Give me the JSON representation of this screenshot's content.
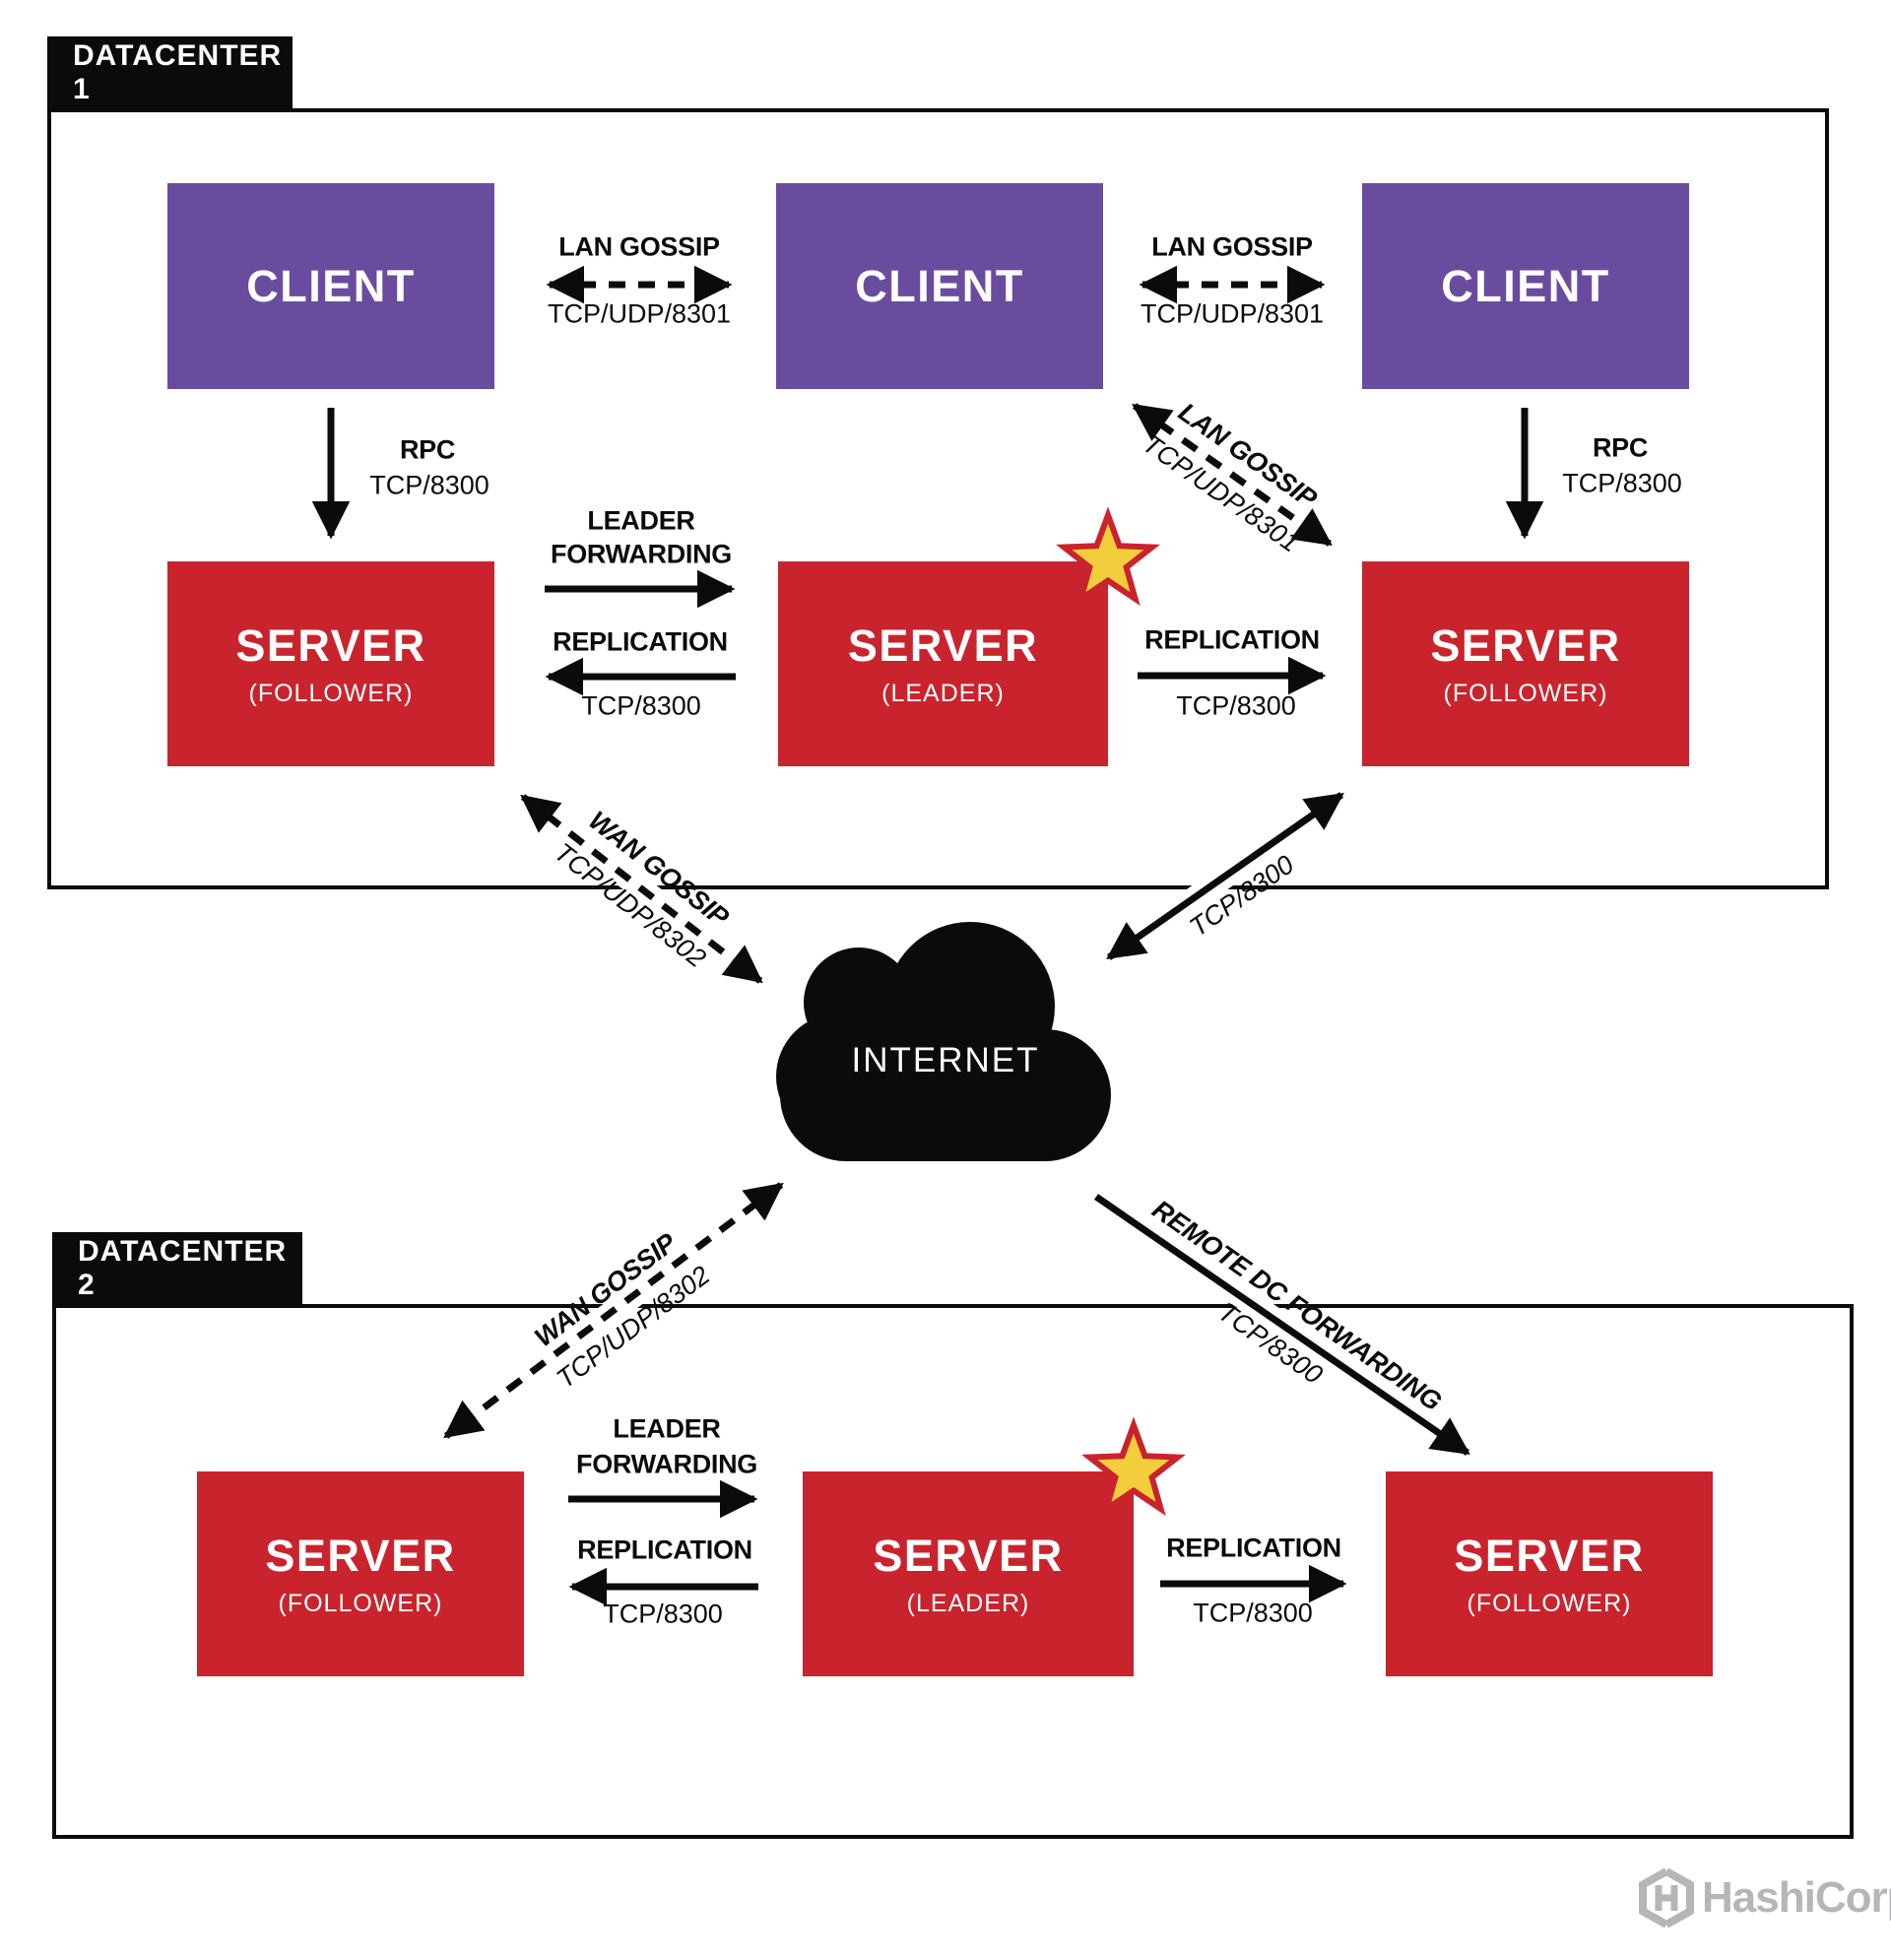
{
  "datacenter1": {
    "label": "DATACENTER 1",
    "clients": [
      {
        "label": "CLIENT"
      },
      {
        "label": "CLIENT"
      },
      {
        "label": "CLIENT"
      }
    ],
    "servers": [
      {
        "label": "SERVER",
        "role": "(FOLLOWER)"
      },
      {
        "label": "SERVER",
        "role": "(LEADER)"
      },
      {
        "label": "SERVER",
        "role": "(FOLLOWER)"
      }
    ]
  },
  "datacenter2": {
    "label": "DATACENTER 2",
    "servers": [
      {
        "label": "SERVER",
        "role": "(FOLLOWER)"
      },
      {
        "label": "SERVER",
        "role": "(LEADER)"
      },
      {
        "label": "SERVER",
        "role": "(FOLLOWER)"
      }
    ]
  },
  "internet": {
    "label": "INTERNET"
  },
  "connections": {
    "lan_gossip_left": {
      "title": "LAN GOSSIP",
      "port": "TCP/UDP/8301"
    },
    "lan_gossip_right": {
      "title": "LAN GOSSIP",
      "port": "TCP/UDP/8301"
    },
    "lan_gossip_diag": {
      "title": "LAN GOSSIP",
      "port": "TCP/UDP/8301"
    },
    "rpc_left": {
      "title": "RPC",
      "port": "TCP/8300"
    },
    "rpc_right": {
      "title": "RPC",
      "port": "TCP/8300"
    },
    "dc1_leader_forwarding": {
      "line1": "LEADER",
      "line2": "FORWARDING"
    },
    "dc1_replication_left": {
      "title": "REPLICATION",
      "port": "TCP/8300"
    },
    "dc1_replication_right": {
      "title": "REPLICATION",
      "port": "TCP/8300"
    },
    "wan_gossip_dc1": {
      "title": "WAN GOSSIP",
      "port": "TCP/UDP/8302"
    },
    "internet_tcp": {
      "port": "TCP/8300"
    },
    "wan_gossip_dc2": {
      "title": "WAN GOSSIP",
      "port": "TCP/UDP/8302"
    },
    "remote_dc_forwarding": {
      "title": "REMOTE DC FORWARDING",
      "port": "TCP/8300"
    },
    "dc2_leader_forwarding": {
      "line1": "LEADER",
      "line2": "FORWARDING"
    },
    "dc2_replication_left": {
      "title": "REPLICATION",
      "port": "TCP/8300"
    },
    "dc2_replication_right": {
      "title": "REPLICATION",
      "port": "TCP/8300"
    }
  },
  "logo": {
    "text": "HashiCorp"
  },
  "colors": {
    "client_purple": "#6A4C9F",
    "server_red": "#C9242D",
    "star_yellow": "#F2CE3C",
    "line_black": "#0B0B0B",
    "logo_gray": "#B6B6BA"
  }
}
